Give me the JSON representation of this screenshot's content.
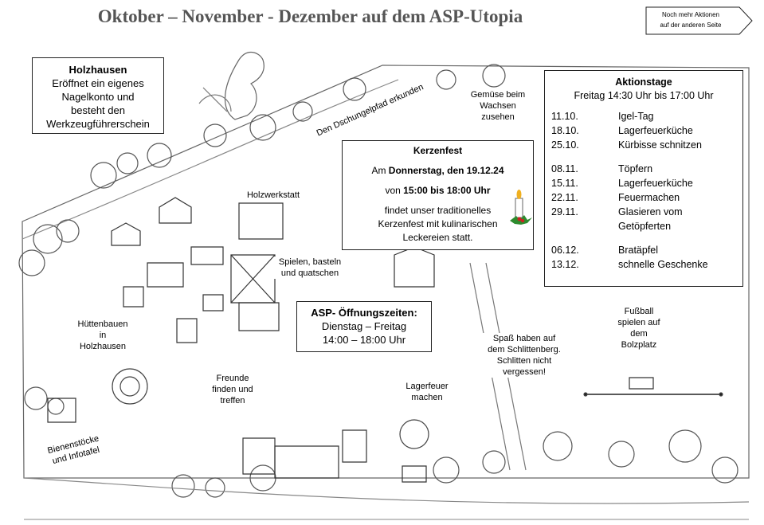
{
  "title": "Oktober – November - Dezember auf dem ASP-Utopia",
  "more_note": {
    "line1": "Noch mehr Aktionen",
    "line2": "auf der anderen Seite"
  },
  "holzhausen": {
    "heading": "Holzhausen",
    "line1": "Eröffnet ein eigenes",
    "line2": "Nagelkonto und",
    "line3": "besteht den",
    "line4": "Werkzeugführerschein"
  },
  "kerzenfest": {
    "heading": "Kerzenfest",
    "date_prefix": "Am ",
    "date": "Donnerstag, den 19.12.24",
    "time_prefix": "von ",
    "time": "15:00 bis 18:00 Uhr",
    "line1": "findet unser traditionelles",
    "line2": "Kerzenfest mit kulinarischen",
    "line3": "Leckereien statt."
  },
  "aktionstage": {
    "heading": "Aktionstage",
    "subtitle": "Freitag 14:30 Uhr bis 17:00 Uhr",
    "groups": [
      [
        {
          "date": "11.10.",
          "event": "Igel-Tag"
        },
        {
          "date": "18.10.",
          "event": "Lagerfeuerküche"
        },
        {
          "date": "25.10.",
          "event": "Kürbisse schnitzen"
        }
      ],
      [
        {
          "date": "08.11.",
          "event": "Töpfern"
        },
        {
          "date": "15.11.",
          "event": "Lagerfeuerküche"
        },
        {
          "date": "22.11.",
          "event": "Feuermachen"
        },
        {
          "date": "29.11.",
          "event": "Glasieren vom"
        },
        {
          "date": "",
          "event": "Getöpferten"
        }
      ],
      [
        {
          "date": "06.12.",
          "event": "Bratäpfel"
        },
        {
          "date": "13.12.",
          "event": "schnelle Geschenke"
        }
      ]
    ]
  },
  "oeffnungszeiten": {
    "heading": "ASP- Öffnungszeiten:",
    "days": "Dienstag – Freitag",
    "hours": "14:00 – 18:00 Uhr"
  },
  "map_labels": {
    "dschungelpfad": "Den Dschungelpfad erkunden",
    "gemuese": [
      "Gemüse beim",
      "Wachsen",
      "zusehen"
    ],
    "holzwerkstatt": "Holzwerkstatt",
    "spielen": [
      "Spielen, basteln",
      "und quatschen"
    ],
    "huettenbauen": [
      "Hüttenbauen",
      "in",
      "Holzhausen"
    ],
    "freunde": [
      "Freunde",
      "finden und",
      "treffen"
    ],
    "lagerfeuer": [
      "Lagerfeuer",
      "machen"
    ],
    "schlitten": [
      "Spaß haben auf",
      "dem Schlittenberg.",
      "Schlitten nicht",
      "vergessen!"
    ],
    "fussball": [
      "Fußball",
      "spielen auf",
      "dem",
      "Bolzplatz"
    ],
    "bienen": [
      "Bienenstöcke",
      "und Infotafel"
    ]
  },
  "colors": {
    "title": "#555555",
    "line": "#222222",
    "candle_flame": "#f0b020",
    "holly": "#2e8b2e",
    "berry": "#cc2222"
  }
}
